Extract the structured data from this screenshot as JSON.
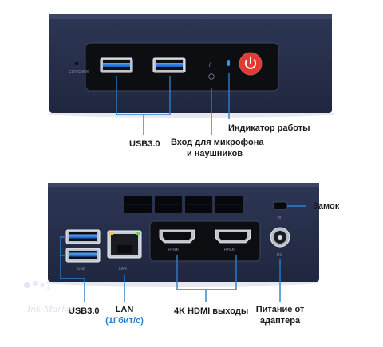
{
  "labels": {
    "usb_front": "USB3.0",
    "mic": "Вход для микрофона",
    "mic2": "и наушников",
    "power_indicator": "Индикатор работы",
    "lock": "Замок",
    "usb_back": "USB3.0",
    "lan": "LAN",
    "lan_speed": "(1Гбит/с)",
    "hdmi": "4K HDMI выходы",
    "power_in": "Питание от",
    "power_in2": "адаптера"
  },
  "port_labels": {
    "clr_cmos": "CLR CMOS",
    "usb": "USB",
    "lan": "LAN",
    "hdmi": "HDMI",
    "b": "B",
    "dc": "DC"
  },
  "watermark": "Ink-Market",
  "colors": {
    "chassis": "#27304c",
    "panel": "#0e0f14",
    "usb_blue": "#1e6fd6",
    "power_red": "#e23a34",
    "callout": "#2a7fd0"
  }
}
